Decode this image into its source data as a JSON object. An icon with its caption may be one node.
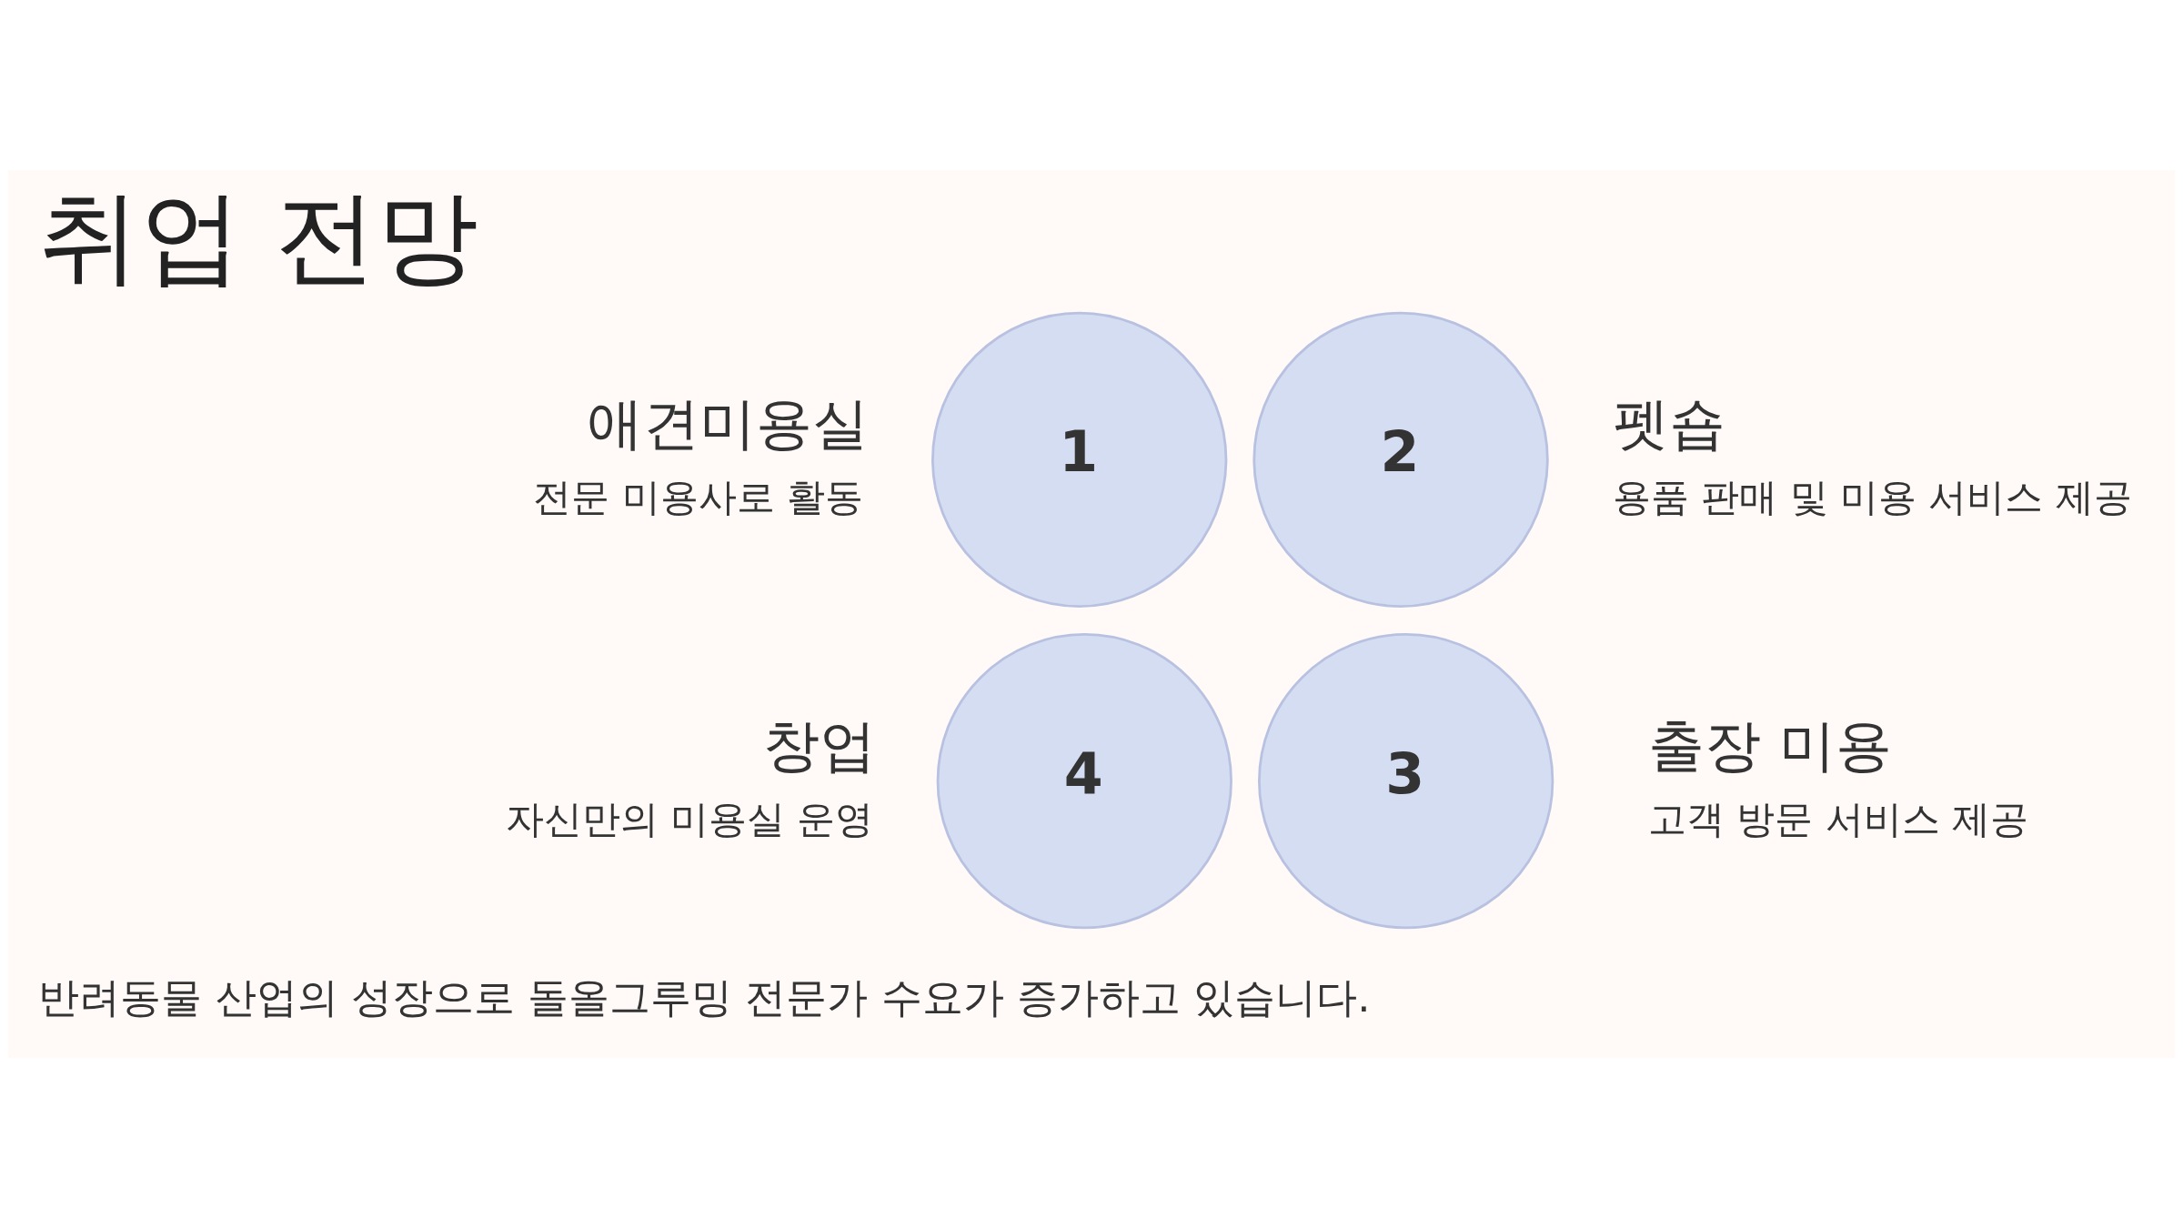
{
  "diagram": {
    "title": "취업 전망",
    "nodes": [
      {
        "text": [
          "1"
        ],
        "beside": [
          "애견미용실",
          "전문 미용사로 활동"
        ]
      },
      {
        "text": [
          "2"
        ],
        "beside": [
          "펫숍",
          "용품 판매 및 미용 서비스 제공"
        ]
      },
      {
        "text": [
          "3"
        ],
        "beside": [
          "출장 미용",
          "고객 방문 서비스 제공"
        ]
      },
      {
        "text": [
          "4"
        ],
        "beside": [
          "창업",
          "자신만의 미용실 운영"
        ]
      }
    ],
    "labels": [
      "반려동물 산업의 성장으로 돌올그루밍 전문가 수요가 증가하고 있습니다."
    ]
  }
}
